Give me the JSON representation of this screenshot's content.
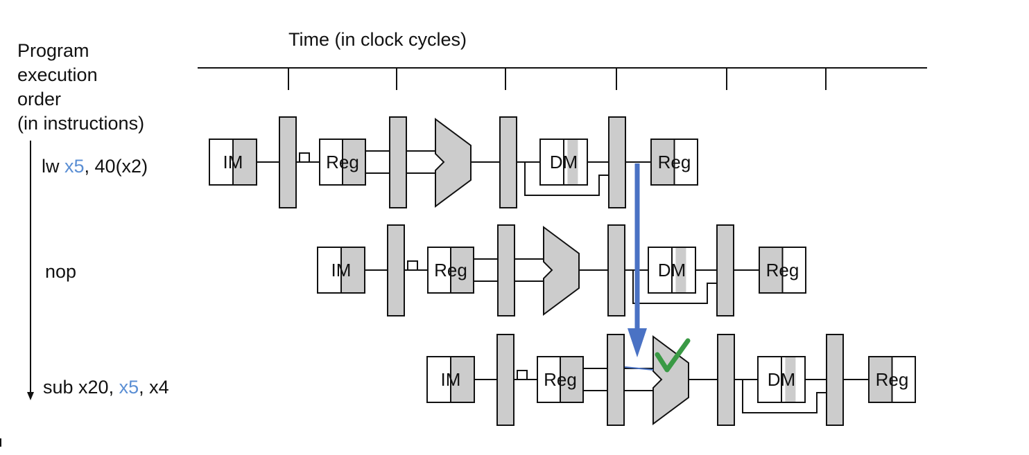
{
  "axis": {
    "title": "Time (in clock cycles)",
    "side_title_lines": [
      "Program",
      "execution",
      "order",
      "(in instructions)"
    ]
  },
  "instructions": [
    {
      "name": "lw",
      "parts": [
        {
          "text": "lw ",
          "accent": false
        },
        {
          "text": "x5",
          "accent": true
        },
        {
          "text": ", 40(x2)",
          "accent": false
        }
      ]
    },
    {
      "name": "nop",
      "parts": [
        {
          "text": "nop",
          "accent": false
        }
      ]
    },
    {
      "name": "sub",
      "parts": [
        {
          "text": "sub x20, ",
          "accent": false
        },
        {
          "text": "x5",
          "accent": true
        },
        {
          "text": ", x4",
          "accent": false
        }
      ]
    }
  ],
  "stage_labels": {
    "im": "IM",
    "reg": "Reg",
    "dm": "DM"
  },
  "colors": {
    "accent": "#5b8fd4",
    "forward_arrow": "#4a72c4",
    "check": "#3a9a45",
    "shade": "#cccccc"
  },
  "icons": {
    "check": "check-mark-icon",
    "forward": "forwarding-arrow-icon"
  }
}
